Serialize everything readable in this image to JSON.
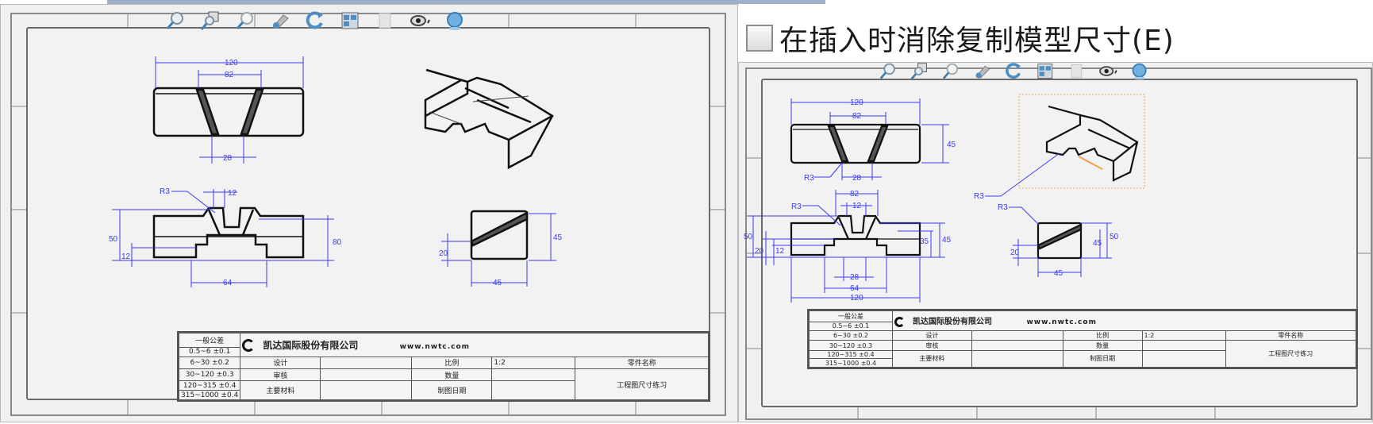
{
  "checkbox": {
    "label": "在插入时消除复制模型尺寸(E)",
    "checked": false
  },
  "toolbar": {
    "icons": [
      "zoom-to-fit-icon",
      "zoom-to-area-icon",
      "zoom-in-out-icon",
      "pan-icon",
      "rotate-icon",
      "view-orientation-icon",
      "display-style-icon",
      "hide-show-icon",
      "appearance-icon"
    ]
  },
  "colors": {
    "dimension": "#3a3af0",
    "selection": "#f0a050",
    "background": "#f0f0f0"
  },
  "left_drawing": {
    "top_view": {
      "dims": [
        "120",
        "82",
        "28"
      ]
    },
    "front_view": {
      "dims": [
        "R3",
        "12",
        "50",
        "12",
        "80",
        "64"
      ]
    },
    "side_view": {
      "dims": [
        "20",
        "45",
        "45"
      ]
    },
    "title_block": {
      "tolerance_header": "一般公差",
      "tolerance_rows": [
        {
          "range": "0.5~6",
          "tol": "±0.1"
        },
        {
          "range": "6~30",
          "tol": "±0.2"
        },
        {
          "range": "30~120",
          "tol": "±0.3"
        },
        {
          "range": "120~315",
          "tol": "±0.4"
        },
        {
          "range": "315~1000",
          "tol": "±0.4"
        }
      ],
      "company": "凯达国际股份有限公司",
      "url": "www.nwtc.com",
      "row1": {
        "label": "设计",
        "value": "",
        "label2": "比例",
        "value2": "1:2",
        "label3": "零件名称"
      },
      "row2": {
        "label": "审核",
        "value": "",
        "label2": "数量",
        "value2": ""
      },
      "row3": {
        "label": "主要材料",
        "value": "",
        "label2": "制图日期",
        "value2": ""
      },
      "part_name": "工程图尺寸练习"
    }
  },
  "right_drawing": {
    "top_view": {
      "dims": [
        "120",
        "82",
        "45",
        "R3",
        "28"
      ]
    },
    "iso_view": {
      "dims": [
        "R3"
      ]
    },
    "front_view": {
      "dims": [
        "R3",
        "82",
        "12",
        "50",
        "20",
        "12",
        "35",
        "45",
        "28",
        "64",
        "120"
      ]
    },
    "side_view": {
      "dims": [
        "R3",
        "20",
        "45",
        "50",
        "45"
      ]
    },
    "title_block": {
      "tolerance_header": "一般公差",
      "tolerance_rows": [
        {
          "range": "0.5~6",
          "tol": "±0.1"
        },
        {
          "range": "6~30",
          "tol": "±0.2"
        },
        {
          "range": "30~120",
          "tol": "±0.3"
        },
        {
          "range": "120~315",
          "tol": "±0.4"
        },
        {
          "range": "315~1000",
          "tol": "±0.4"
        }
      ],
      "company": "凯达国际股份有限公司",
      "url": "www.nwtc.com",
      "row1": {
        "label": "设计",
        "value": "",
        "label2": "比例",
        "value2": "1:2",
        "label3": "零件名称"
      },
      "row2": {
        "label": "审核",
        "value": "",
        "label2": "数量",
        "value2": ""
      },
      "row3": {
        "label": "主要材料",
        "value": "",
        "label2": "制图日期",
        "value2": ""
      },
      "part_name": "工程图尺寸练习"
    }
  }
}
